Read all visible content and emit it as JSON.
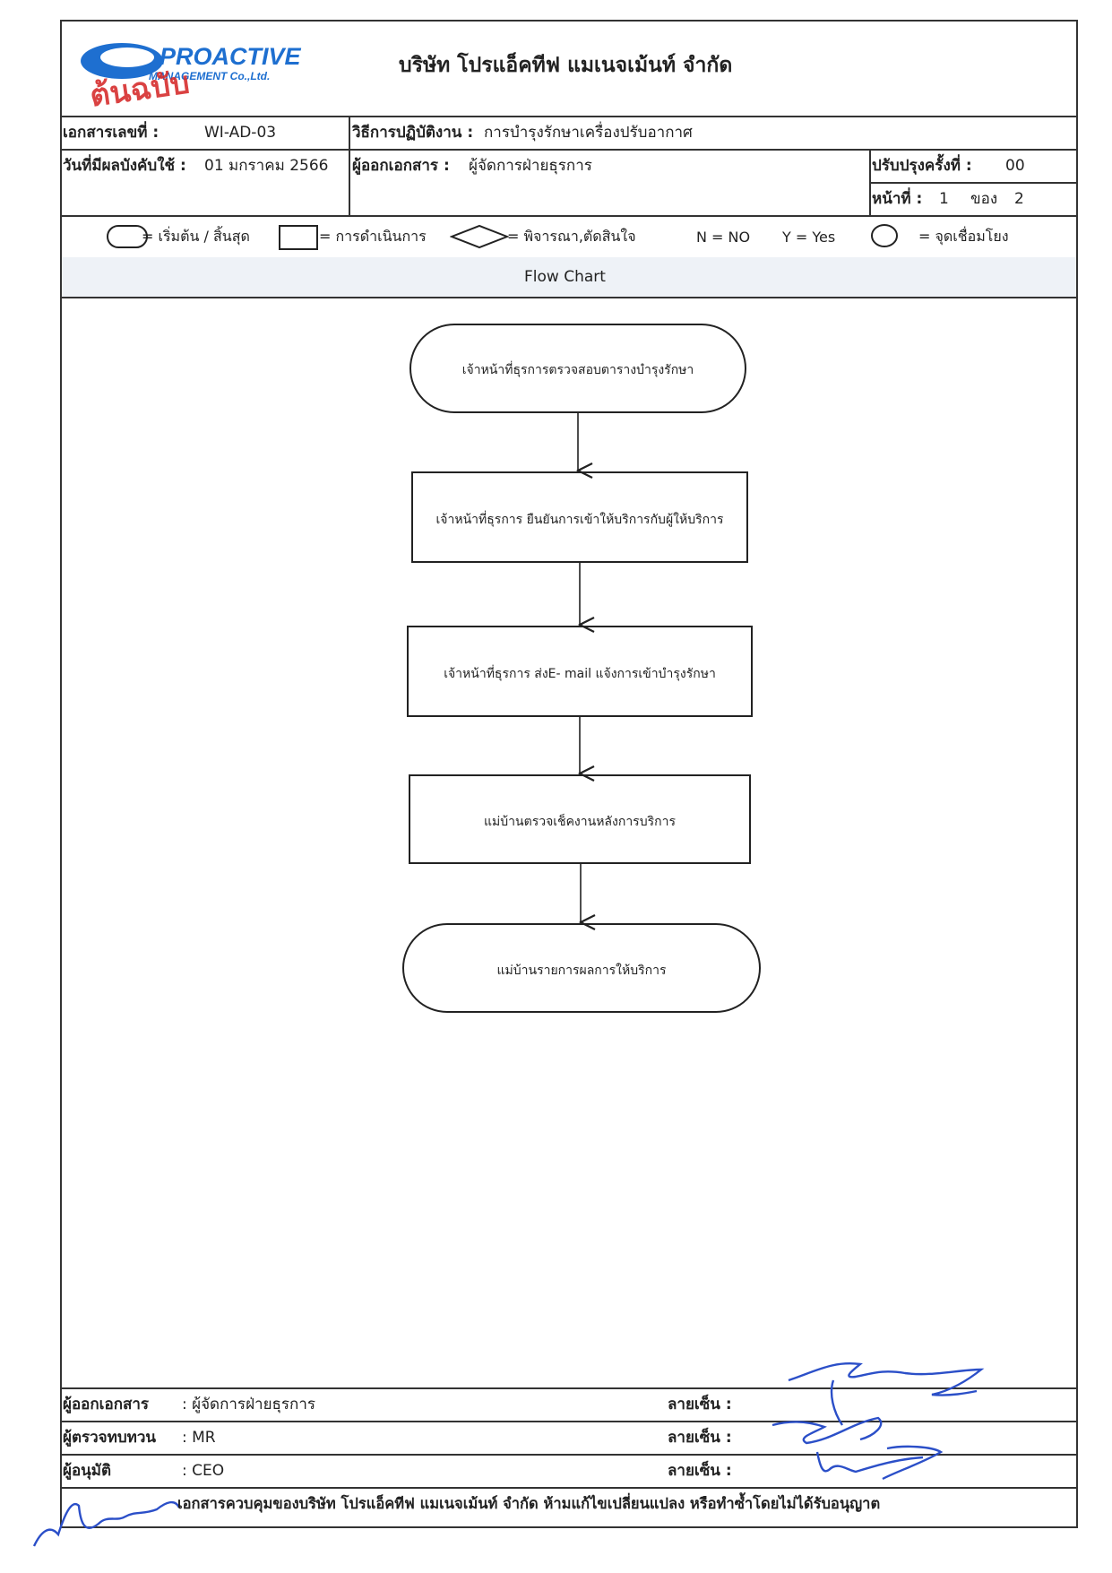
{
  "header": {
    "logo_text": "PROACTIVE",
    "logo_sub": "MANAGEMENT Co.,Ltd.",
    "stamp_text": "ต้นฉบับ",
    "company_name": "บริษัท โปรแอ็คทีฟ แมเนจเม้นท์ จำกัด"
  },
  "doc_info": {
    "doc_no_label": "เอกสารเลขที่ :",
    "doc_no_value": "WI-AD-03",
    "procedure_label": "วิธีการปฏิบัติงาน :",
    "procedure_value": "การบำรุงรักษาเครื่องปรับอากาศ",
    "effective_label": "วันที่มีผลบังคับใช้ :",
    "effective_value": "01 มกราคม 2566",
    "issuer_label": "ผู้ออกเอกสาร :",
    "issuer_value": "ผู้จัดการฝ่ายธุรการ",
    "revision_label": "ปรับปรุงครั้งที่ :",
    "revision_value": "00",
    "page_label": "หน้าที่ :",
    "page_value": "1",
    "of_label": "ของ",
    "page_total": "2"
  },
  "legend": {
    "start_end": "= เริ่มต้น / สิ้นสุด",
    "process": "= การดำเนินการ",
    "decision": "= พิจารณา,ตัดสินใจ",
    "no": "N = NO",
    "yes": "Y = Yes",
    "connector": "= จุดเชื่อมโยง"
  },
  "section_title": "Flow Chart",
  "flowchart": {
    "steps": [
      {
        "type": "terminal",
        "text": "เจ้าหน้าที่ธุรการตรวจสอบตารางบำรุงรักษา"
      },
      {
        "type": "process",
        "text": "เจ้าหน้าที่ธุรการ ยืนยันการเข้าให้บริการกับผู้ให้บริการ"
      },
      {
        "type": "process",
        "text": "เจ้าหน้าที่ธุรการ ส่งE- mail แจ้งการเข้าบำรุงรักษา"
      },
      {
        "type": "process",
        "text": "แม่บ้านตรวจเช็คงานหลังการบริการ"
      },
      {
        "type": "terminal",
        "text": "แม่บ้านรายการผลการให้บริการ"
      }
    ]
  },
  "signatures": {
    "issuer_label": "ผู้ออกเอกสาร",
    "issuer_value": ": ผู้จัดการฝ่ายธุรการ",
    "reviewer_label": "ผู้ตรวจทบทวน",
    "reviewer_value": ": MR",
    "approver_label": "ผู้อนุมัติ",
    "approver_value": ": CEO",
    "sign_label": "ลายเซ็น :"
  },
  "footer": {
    "notice": "เอกสารควบคุมของบริษัท โปรแอ็คทีฟ แมเนจเม้นท์ จำกัด ห้ามแก้ไขเปลี่ยนแปลง หรือทำซ้ำโดยไม่ได้รับอนุญาต"
  },
  "colors": {
    "ink": "#333333",
    "logo_blue": "#1e6fd0",
    "stamp_red": "#d62828",
    "signature_blue": "#2b4fc8",
    "band": "#eef2f7"
  }
}
